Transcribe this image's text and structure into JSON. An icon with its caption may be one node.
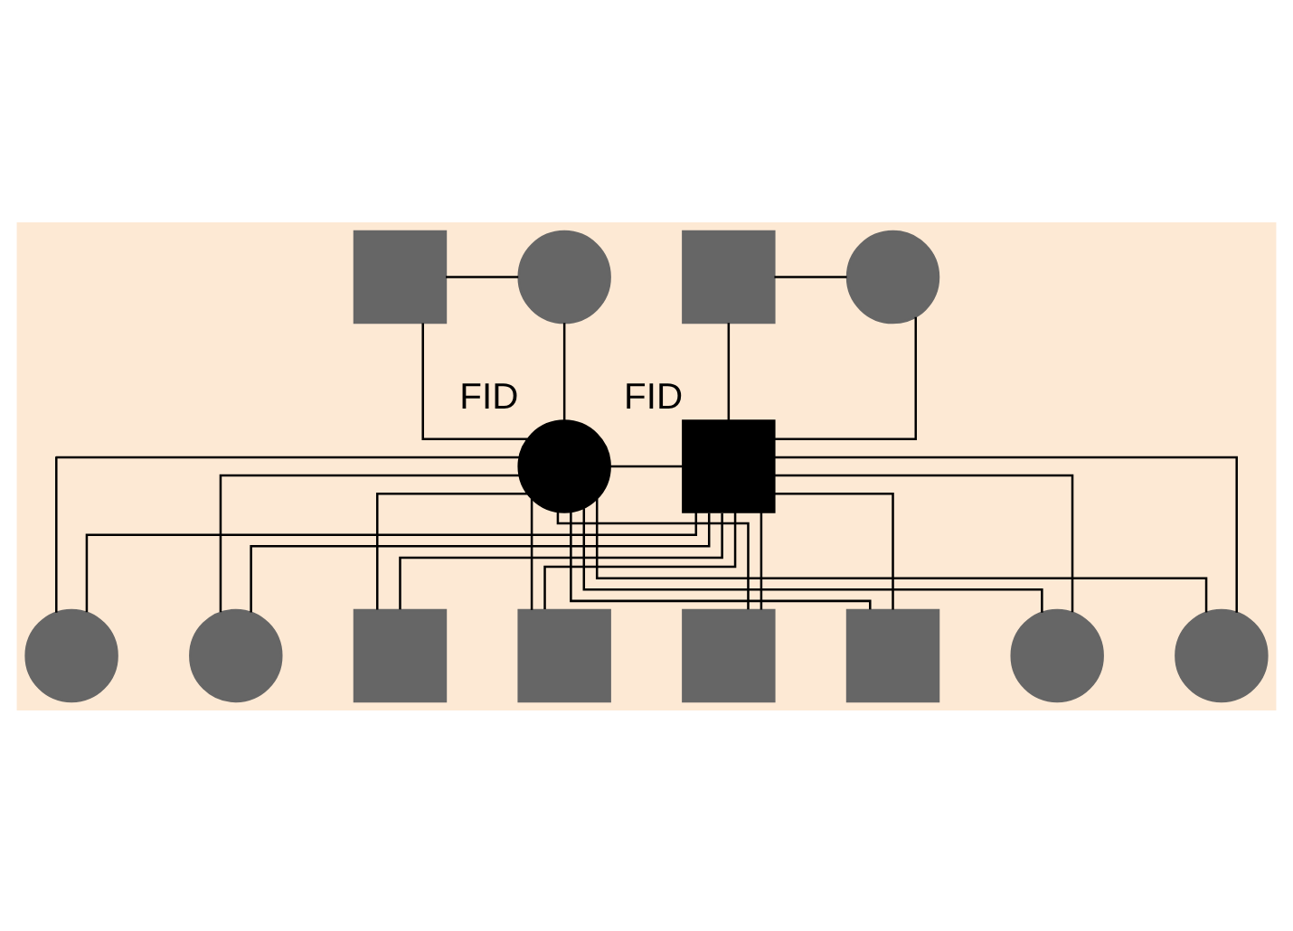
{
  "diagram": {
    "nodes": [
      {
        "text": [],
        "shape": "box"
      },
      {
        "text": [],
        "shape": "circle"
      },
      {
        "text": [],
        "shape": "box"
      },
      {
        "text": [],
        "shape": "circle"
      },
      {
        "text": [],
        "shape": "circle",
        "beside": [
          "FID"
        ]
      },
      {
        "text": [],
        "shape": "box",
        "beside": [
          "FID"
        ]
      },
      {
        "text": [],
        "shape": "box"
      },
      {
        "text": [],
        "shape": "box"
      },
      {
        "text": [],
        "shape": "box"
      },
      {
        "text": [],
        "shape": "box"
      },
      {
        "text": [],
        "shape": "circle"
      },
      {
        "text": [],
        "shape": "circle"
      },
      {
        "text": [],
        "shape": "circle"
      },
      {
        "text": [],
        "shape": "circle"
      }
    ],
    "edges": [
      {
        "from": 0,
        "to": 1,
        "arrow": "none"
      },
      {
        "from": 2,
        "to": 3,
        "arrow": "none"
      },
      {
        "from": 0,
        "to": 4,
        "arrow": "none"
      },
      {
        "from": 1,
        "to": 4,
        "arrow": "none"
      },
      {
        "from": 2,
        "to": 5,
        "arrow": "none"
      },
      {
        "from": 3,
        "to": 5,
        "arrow": "none"
      },
      {
        "from": 4,
        "to": 5,
        "arrow": "none"
      },
      {
        "from": 4,
        "to": 6,
        "arrow": "none"
      },
      {
        "from": 5,
        "to": 6,
        "arrow": "none"
      },
      {
        "from": 4,
        "to": 7,
        "arrow": "none"
      },
      {
        "from": 5,
        "to": 7,
        "arrow": "none"
      },
      {
        "from": 4,
        "to": 8,
        "arrow": "none"
      },
      {
        "from": 5,
        "to": 8,
        "arrow": "none"
      },
      {
        "from": 4,
        "to": 9,
        "arrow": "none"
      },
      {
        "from": 5,
        "to": 9,
        "arrow": "none"
      },
      {
        "from": 4,
        "to": 10,
        "arrow": "none"
      },
      {
        "from": 5,
        "to": 10,
        "arrow": "none"
      },
      {
        "from": 4,
        "to": 11,
        "arrow": "none"
      },
      {
        "from": 5,
        "to": 11,
        "arrow": "none"
      },
      {
        "from": 4,
        "to": 12,
        "arrow": "none"
      },
      {
        "from": 5,
        "to": 12,
        "arrow": "none"
      },
      {
        "from": 4,
        "to": 13,
        "arrow": "none"
      },
      {
        "from": 5,
        "to": 13,
        "arrow": "none"
      }
    ]
  }
}
